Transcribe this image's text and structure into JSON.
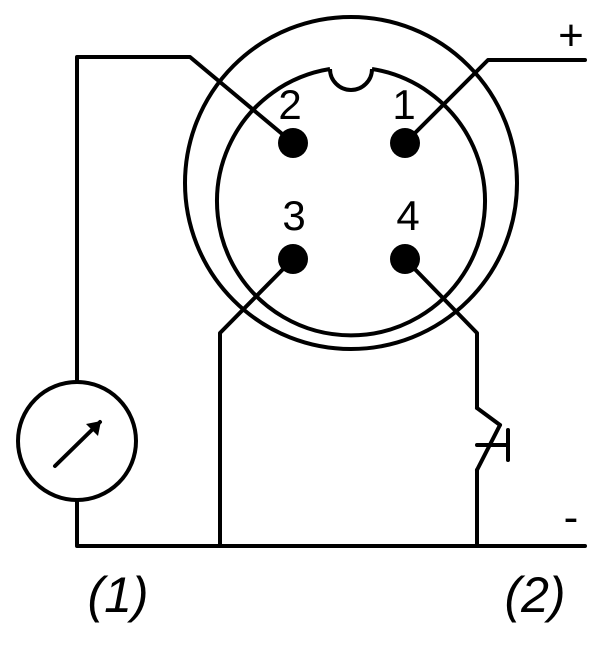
{
  "pins": [
    {
      "id": "1",
      "label": "1"
    },
    {
      "id": "2",
      "label": "2"
    },
    {
      "id": "3",
      "label": "3"
    },
    {
      "id": "4",
      "label": "4"
    }
  ],
  "terminals": {
    "plus": "+",
    "minus": "-"
  },
  "captions": {
    "left": "(1)",
    "right": "(2)"
  },
  "icons": {
    "meter": "gauge-meter-icon",
    "switch": "normally-open-switch-icon"
  }
}
